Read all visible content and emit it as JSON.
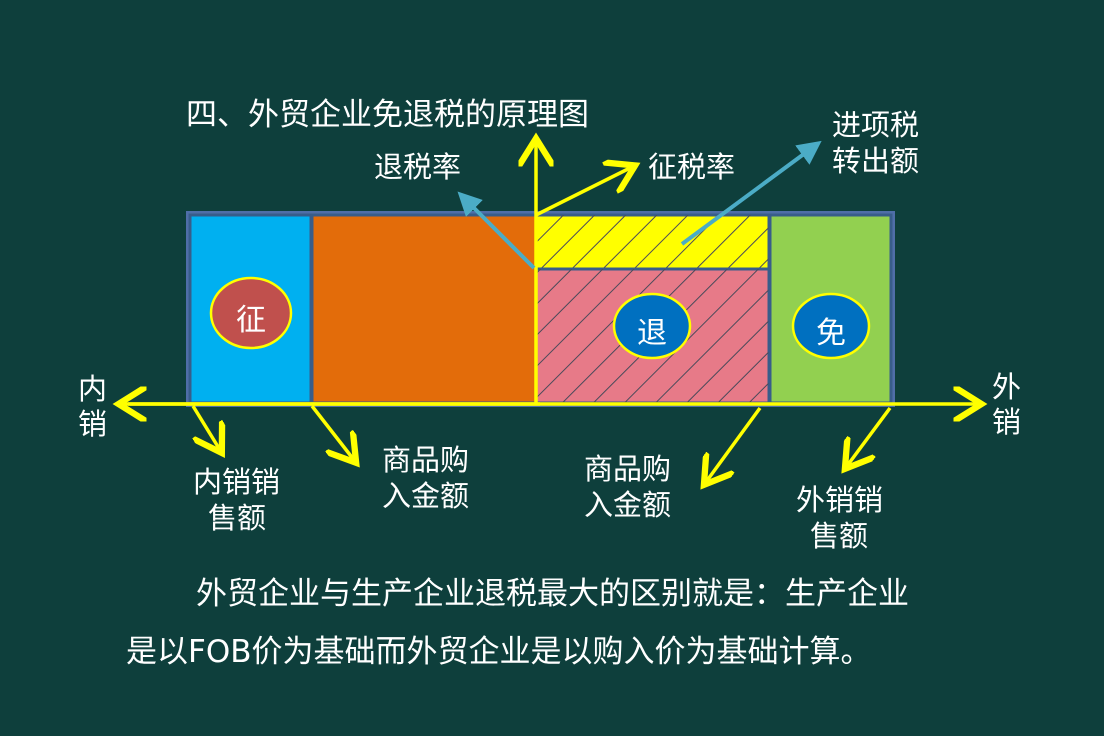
{
  "title": "四、外贸企业免退税的原理图",
  "labels": {
    "tuishuilv": "退税率",
    "zhengshuilv": "征税率",
    "jinxiang_line1": "进项税",
    "jinxiang_line2": "转出额",
    "neixiao_line1": "内",
    "neixiao_line2": "销",
    "waixiao_line1": "外",
    "waixiao_line2": "销",
    "nxxse_line1": "内销销",
    "nxxse_line2": "售额",
    "spgr1_line1": "商品购",
    "spgr1_line2": "入金额",
    "spgr2_line1": "商品购",
    "spgr2_line2": "入金额",
    "wxxse_line1": "外销销",
    "wxxse_line2": "售额"
  },
  "circles": {
    "zheng": "征",
    "tui": "退",
    "mian": "免"
  },
  "paragraph": {
    "line1": "外贸企业与生产企业退税最大的区别就是：生产企业",
    "line2": "是以FOB价为基础而外贸企业是以购入价为基础计算。"
  },
  "colors": {
    "background": "#0e3f3c",
    "blue_block": "#00b0f0",
    "orange_block": "#e36c0a",
    "yellow_block": "#ffff00",
    "pink_block": "#e77a88",
    "green_block": "#92d050",
    "arrow_yellow": "#ffff00",
    "arrow_teal": "#4bacc6",
    "circle_red": "#c0504d",
    "circle_blue": "#0070c0"
  }
}
